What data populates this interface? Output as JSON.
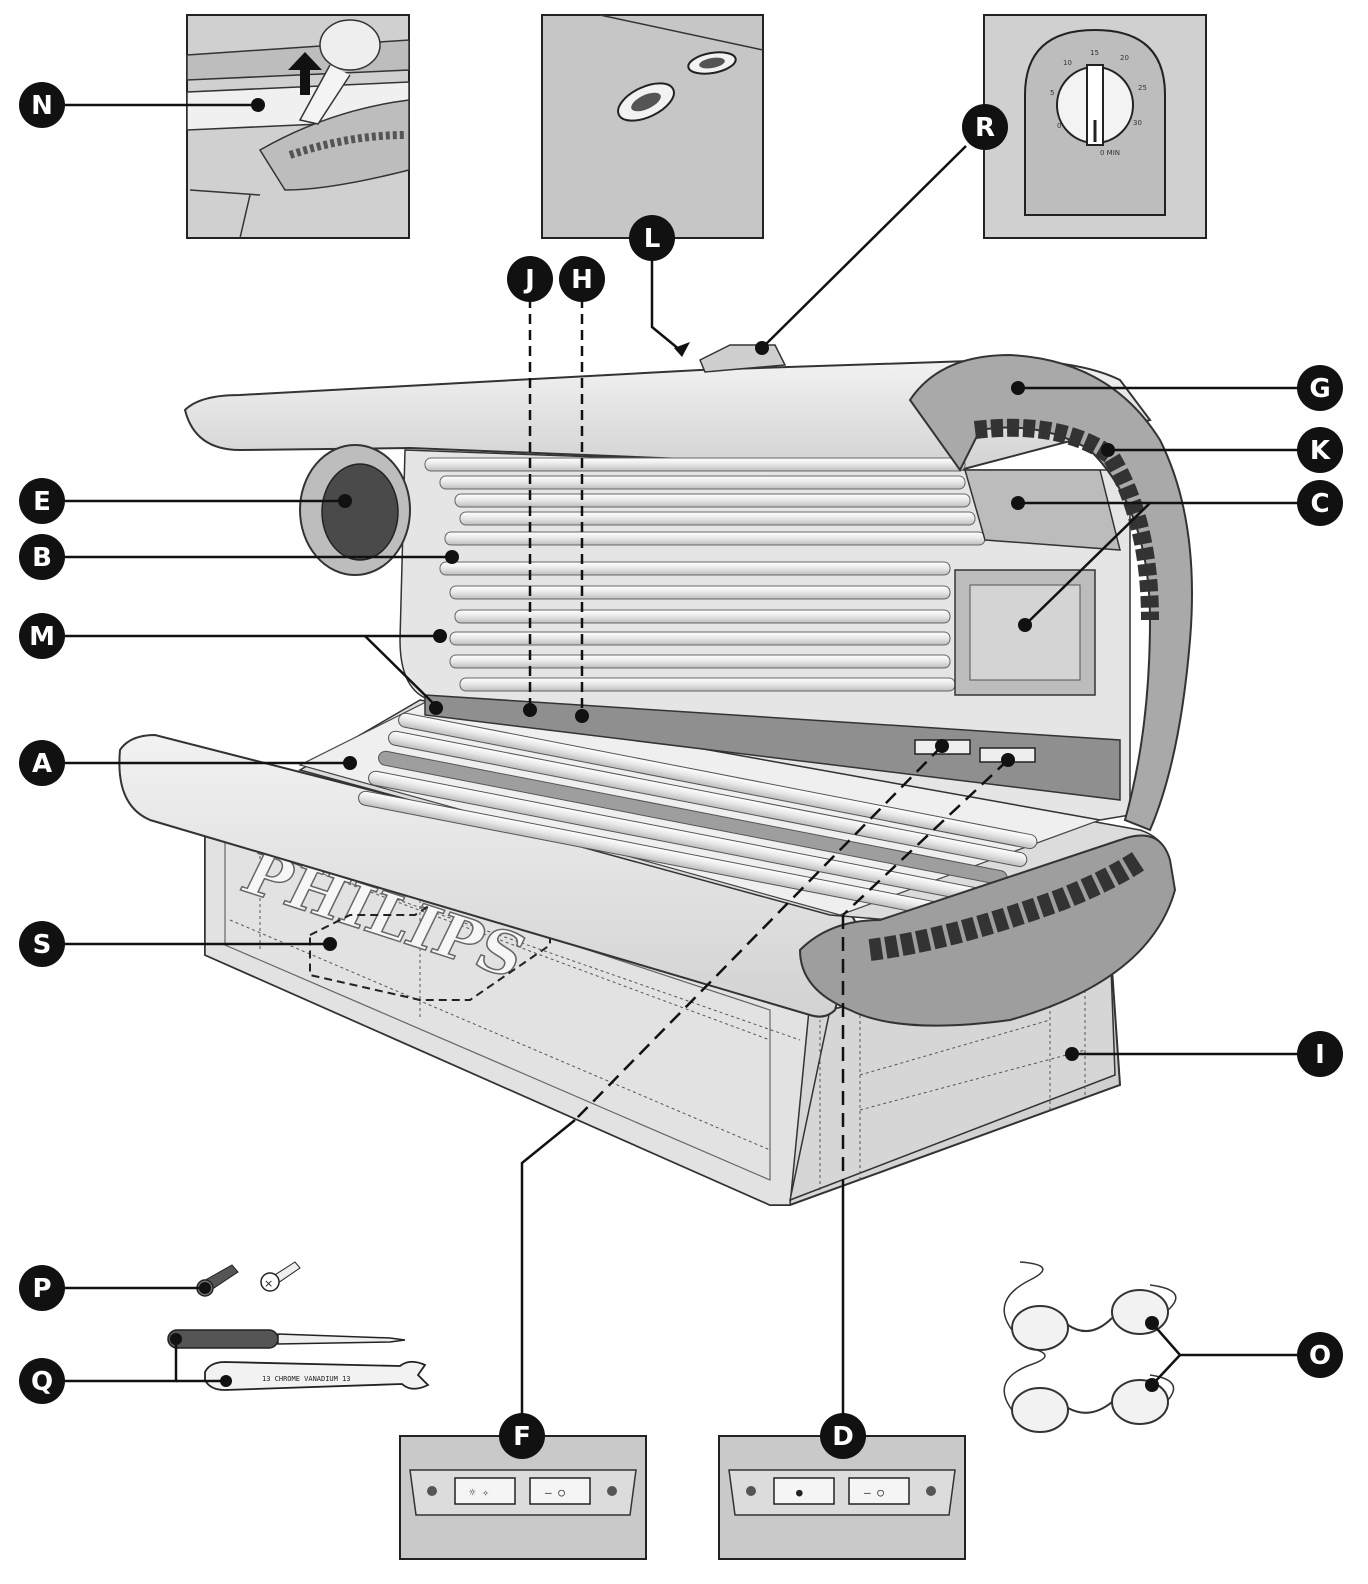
{
  "callouts": {
    "A": "A",
    "B": "B",
    "C": "C",
    "D": "D",
    "E": "E",
    "F": "F",
    "G": "G",
    "H": "H",
    "I": "I",
    "J": "J",
    "K": "K",
    "L": "L",
    "M": "M",
    "N": "N",
    "O": "O",
    "P": "P",
    "Q": "Q",
    "R": "R",
    "S": "S"
  },
  "brand": "PHILIPS",
  "wrench_text": "13  CHROME VANADIUM  13",
  "timer_text": "0 MIN",
  "timer_ticks": [
    "0",
    "5",
    "10",
    "15",
    "20",
    "25",
    "30"
  ],
  "switch_f": {
    "left_symbol": "☼ ✧",
    "right_symbol": "– ○"
  },
  "switch_d": {
    "left_symbol": "●",
    "right_symbol": "– ○"
  },
  "colors": {
    "callout_fill": "#111111",
    "callout_text": "#ffffff",
    "panel_gray": "#c9c9c9",
    "body_light": "#ececec",
    "body_mid": "#d4d4d4",
    "body_dark": "#9c9c9c",
    "outline": "#333333"
  }
}
